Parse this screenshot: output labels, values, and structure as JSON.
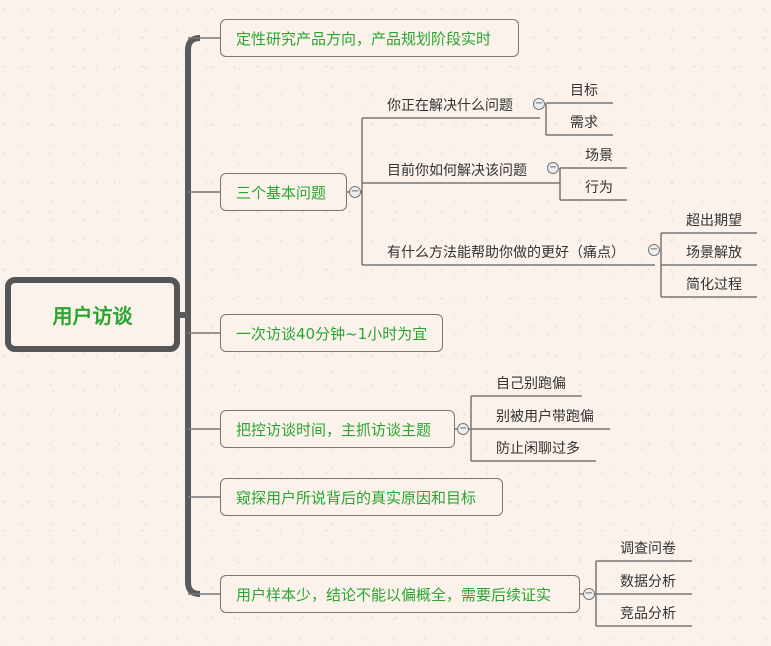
{
  "root": {
    "label": "用户访谈"
  },
  "topics": [
    {
      "label": "定性研究产品方向，产品规划阶段实时"
    },
    {
      "label": "三个基本问题",
      "children": [
        {
          "label": "你正在解决什么问题",
          "children": [
            "目标",
            "需求"
          ]
        },
        {
          "label": "目前你如何解决该问题",
          "children": [
            "场景",
            "行为"
          ]
        },
        {
          "label": "有什么方法能帮助你做的更好（痛点）",
          "children": [
            "超出期望",
            "场景解放",
            "简化过程"
          ]
        }
      ]
    },
    {
      "label": "一次访谈40分钟~1小时为宜"
    },
    {
      "label": "把控访谈时间，主抓访谈主题",
      "children": [
        "自己别跑偏",
        "别被用户带跑偏",
        "防止闲聊过多"
      ]
    },
    {
      "label": "窥探用户所说背后的真实原因和目标"
    },
    {
      "label": "用户样本少，结论不能以偏概全，需要后续证实",
      "children": [
        "调查问卷",
        "数据分析",
        "竞品分析"
      ]
    }
  ],
  "toggle_symbol": "−",
  "colors": {
    "topic_text": "#2aa52f",
    "line": "#777777",
    "spine": "#555555"
  }
}
